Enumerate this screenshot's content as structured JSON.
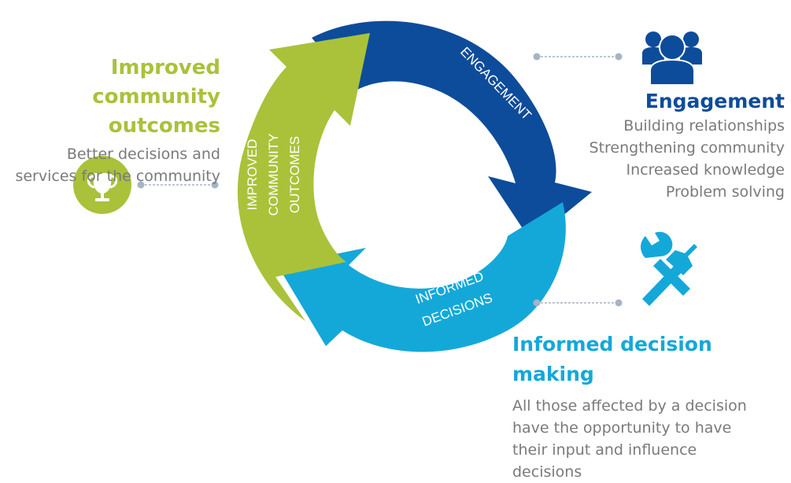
{
  "cycle_labels": {
    "engagement": "ENGAGEMENT",
    "informed": [
      "INFORMED",
      "DECISIONS"
    ],
    "improved": [
      "IMPROVED",
      "COMMUNITY",
      "OUTCOMES"
    ]
  },
  "outcomes_block": {
    "heading": [
      "Improved community",
      "outcomes"
    ],
    "description": [
      "Better decisions and",
      "services for the community"
    ],
    "icon": "trophy-icon"
  },
  "engagement_block": {
    "heading": "Engagement",
    "items": [
      "Building relationships",
      "Strengthening community",
      "Increased knowledge",
      "Problem solving"
    ],
    "icon": "people-group-icon"
  },
  "informed_block": {
    "heading": "Informed decision making",
    "description": [
      "All those affected by a decision",
      "have the opportunity to have",
      "their input and influence",
      "decisions"
    ],
    "icon": "hammer-wrench-icon"
  },
  "colors": {
    "green": "#a9c23a",
    "dark_blue": "#0d4c9a",
    "light_blue": "#14a8d9",
    "text_gray": "#7a7a7a",
    "connector_gray": "#a6b4c4"
  }
}
